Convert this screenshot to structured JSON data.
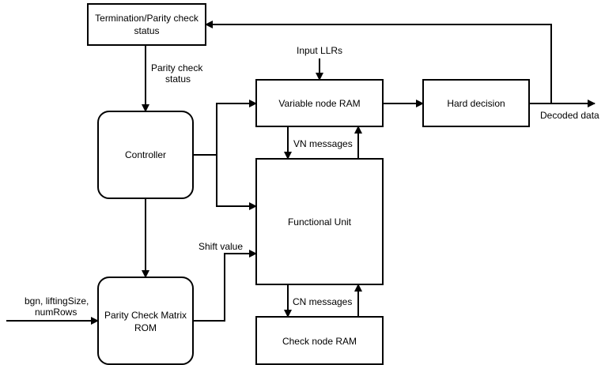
{
  "blocks": {
    "termination": [
      "Termination/Parity check",
      "status"
    ],
    "controller": "Controller",
    "pcm_rom": [
      "Parity Check Matrix",
      "ROM"
    ],
    "vn_ram": "Variable node RAM",
    "functional_unit": "Functional Unit",
    "cn_ram": "Check node RAM",
    "hard_decision": "Hard decision"
  },
  "labels": {
    "parity_status": [
      "Parity check",
      "status"
    ],
    "input_llrs": "Input LLRs",
    "decoded_data": "Decoded data",
    "vn_messages": "VN messages",
    "cn_messages": "CN messages",
    "shift_value": "Shift value",
    "rom_inputs": [
      "bgn, liftingSize,",
      "numRows"
    ]
  }
}
